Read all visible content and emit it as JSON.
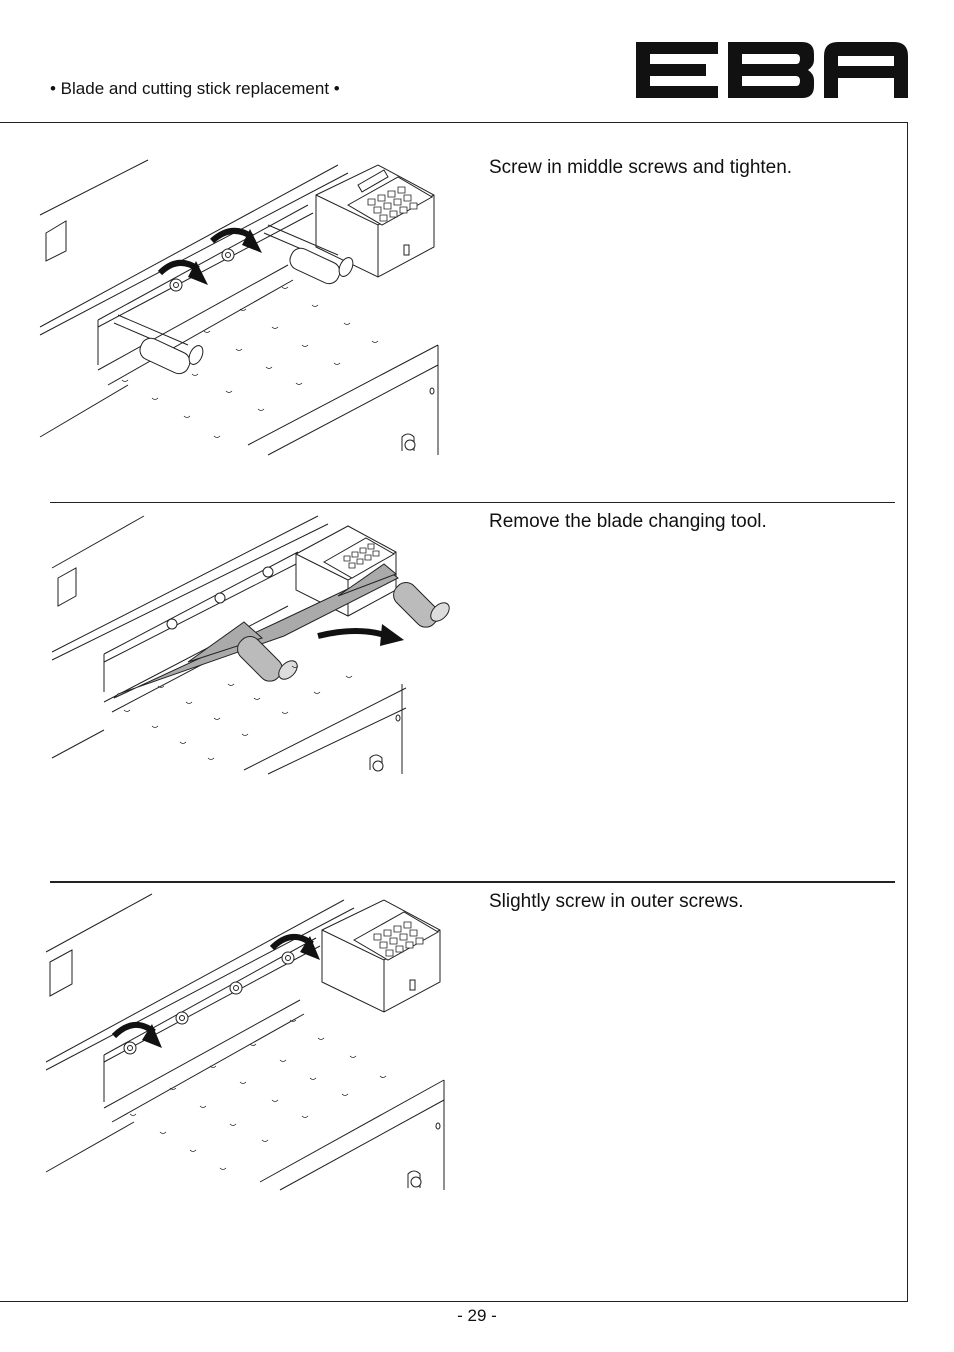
{
  "header": {
    "section_title": "• Blade and cutting stick replacement •",
    "brand_logo": "EBA"
  },
  "steps": [
    {
      "text": "Screw in middle screws and tighten."
    },
    {
      "text": "Remove the blade changing tool."
    },
    {
      "text": "Slightly screw in outer screws."
    }
  ],
  "footer": {
    "page_number": "- 29 -"
  }
}
